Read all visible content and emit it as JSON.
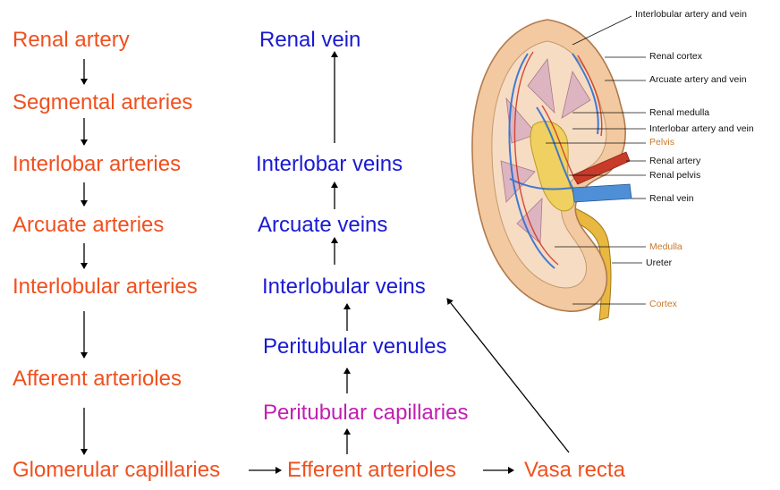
{
  "arterial_path": [
    "Renal artery",
    "Segmental arteries",
    "Interlobar arteries",
    "Arcuate arteries",
    "Interlobular arteries",
    "Afferent arterioles"
  ],
  "venous_path": [
    "Renal vein",
    "Interlobar veins",
    "Arcuate veins",
    "Interlobular veins",
    "Peritubular venules",
    "Peritubular capillaries"
  ],
  "bottom_row": [
    "Glomerular capillaries",
    "Efferent arterioles",
    "Vasa recta"
  ],
  "kidney_labels": {
    "interlobular_artery_vein_top": "Interlobular artery and vein",
    "renal_cortex": "Renal cortex",
    "arcuate_artery_vein": "Arcuate artery and vein",
    "renal_medulla": "Renal medulla",
    "interlobar_artery_vein": "Interlobar artery and vein",
    "pelvis": "Pelvis",
    "renal_artery": "Renal artery",
    "renal_pelvis": "Renal pelvis",
    "renal_vein": "Renal vein",
    "medulla": "Medulla",
    "ureter": "Ureter",
    "cortex": "Cortex"
  },
  "colors": {
    "artery_text": "#f0501e",
    "vein_text": "#1a1ad2",
    "capillary_text": "#c020b0",
    "annotation_brown": "#c8782a"
  }
}
